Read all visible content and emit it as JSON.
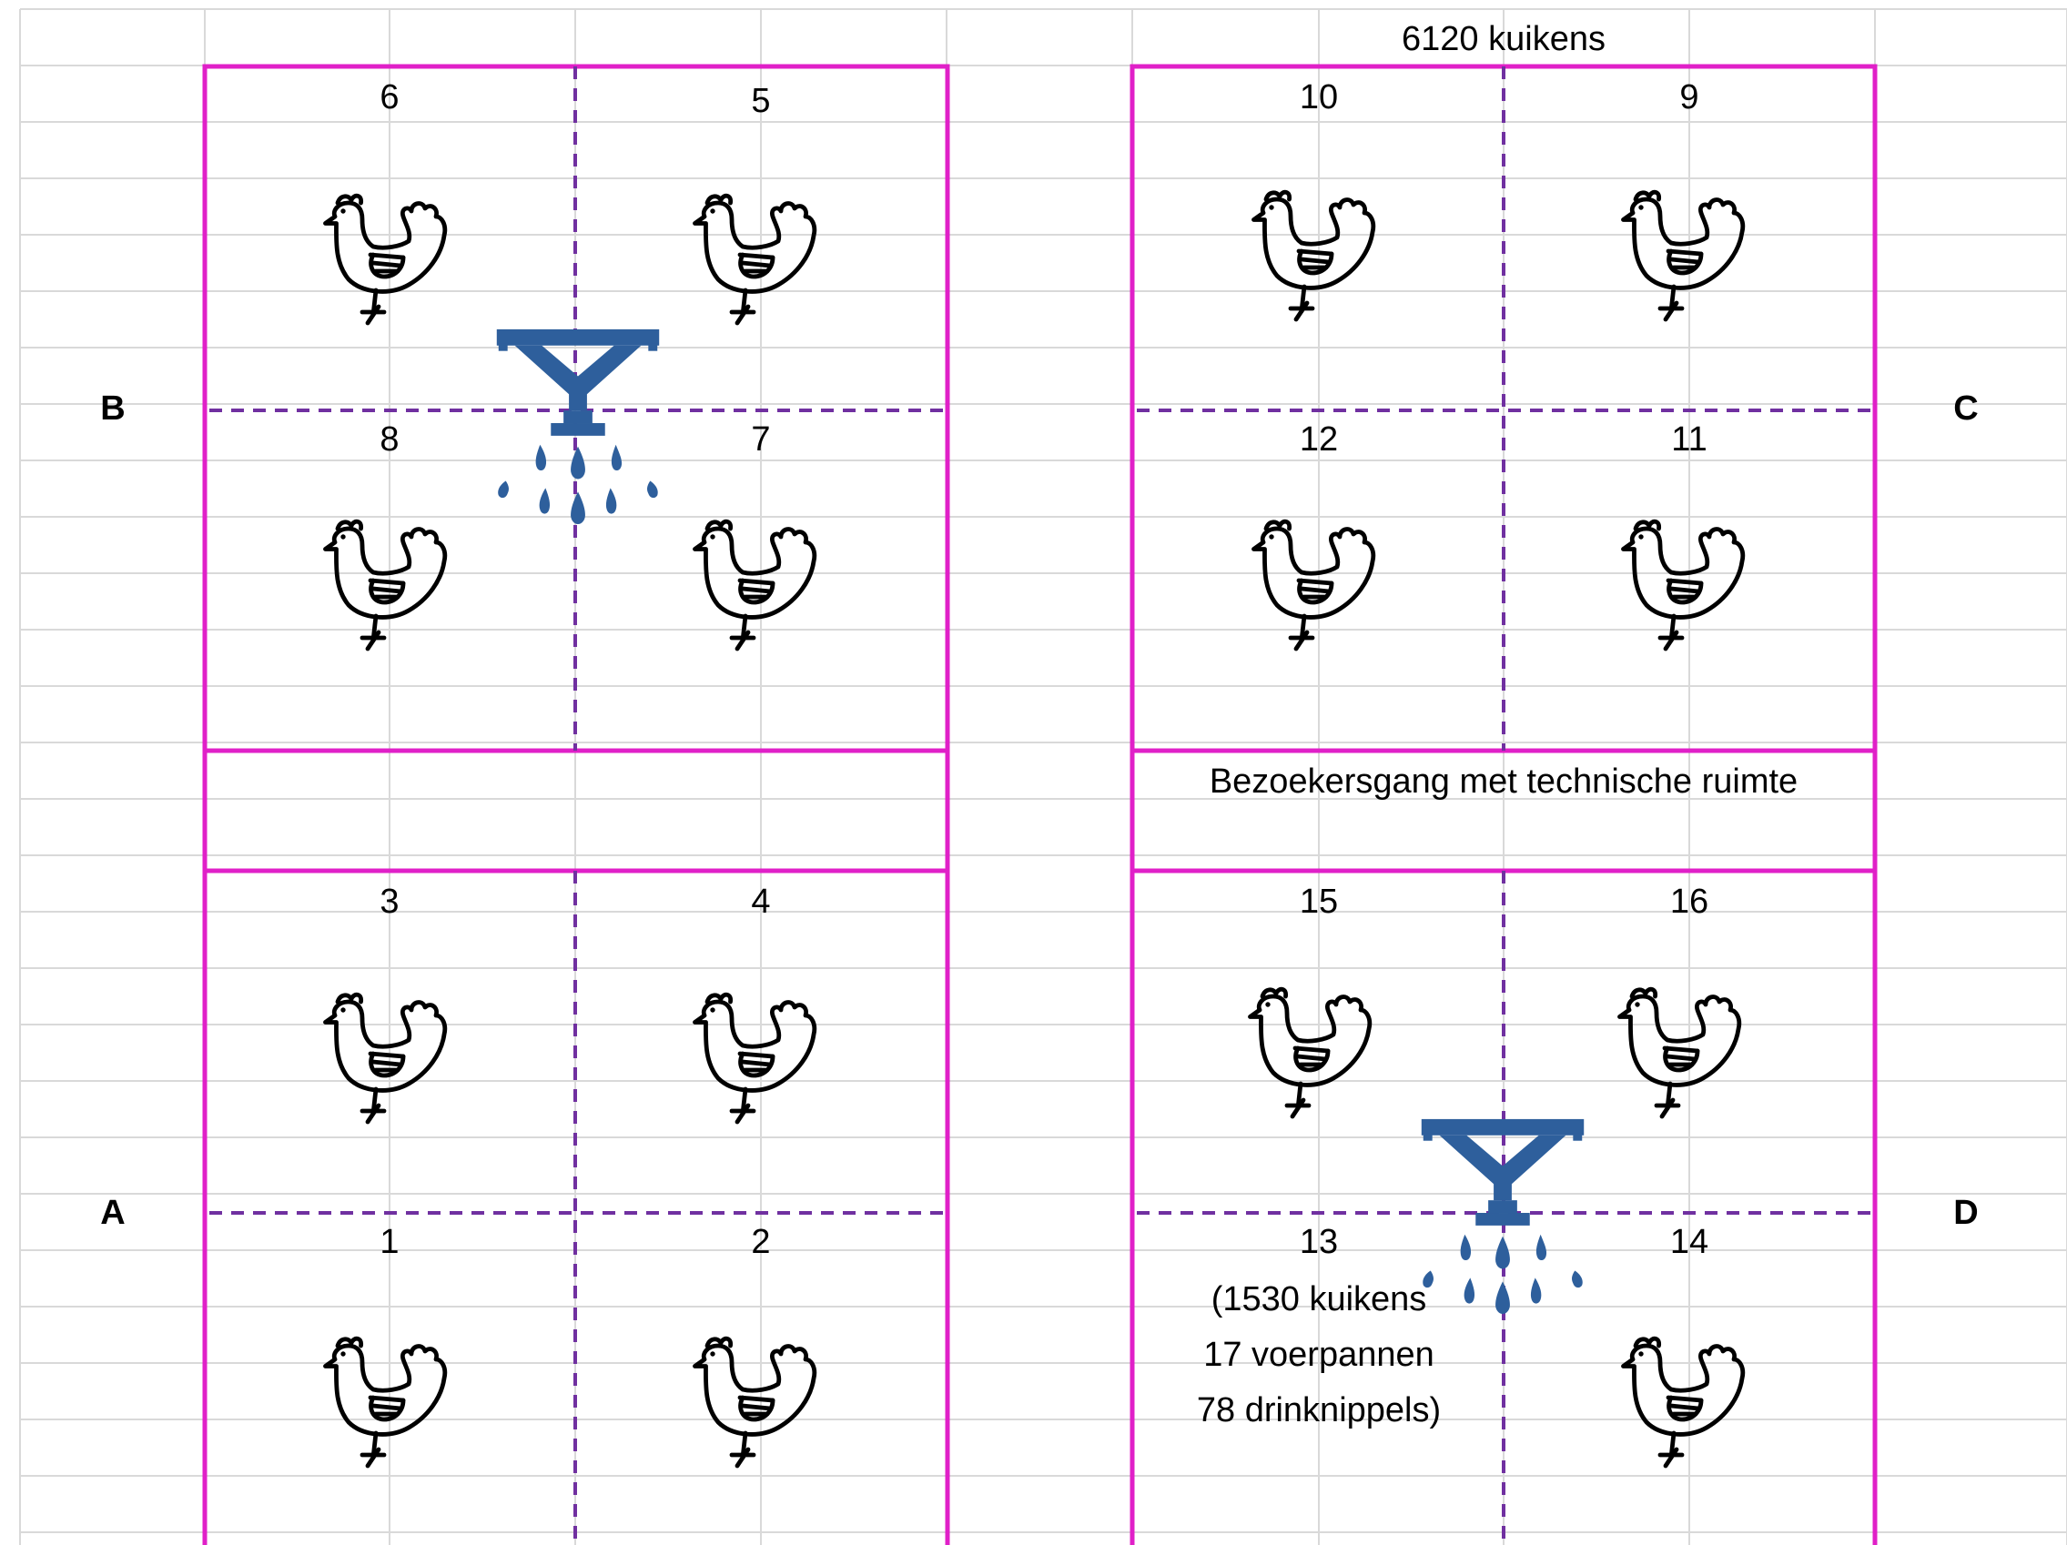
{
  "header": {
    "total": "6120 kuikens"
  },
  "sections": {
    "B": "B",
    "C": "C",
    "A": "A",
    "D": "D"
  },
  "pens": {
    "p1": "1",
    "p2": "2",
    "p3": "3",
    "p4": "4",
    "p5": "5",
    "p6": "6",
    "p7": "7",
    "p8": "8",
    "p9": "9",
    "p10": "10",
    "p11": "11",
    "p12": "12",
    "p13": "13",
    "p14": "14",
    "p15": "15",
    "p16": "16"
  },
  "corridor": {
    "label": "Bezoekersgang met technische ruimte"
  },
  "pen13_note": {
    "line1": "(1530 kuikens",
    "line2": "17 voerpannen",
    "line3": "78 drinknippels)"
  },
  "icons": {
    "animal": "chicken-icon",
    "device": "sprinkler-icon"
  },
  "colors": {
    "border": "#e020c8",
    "divider": "#7030a0",
    "sprinkler": "#2e5f9c",
    "grid": "#d9d9d9"
  }
}
